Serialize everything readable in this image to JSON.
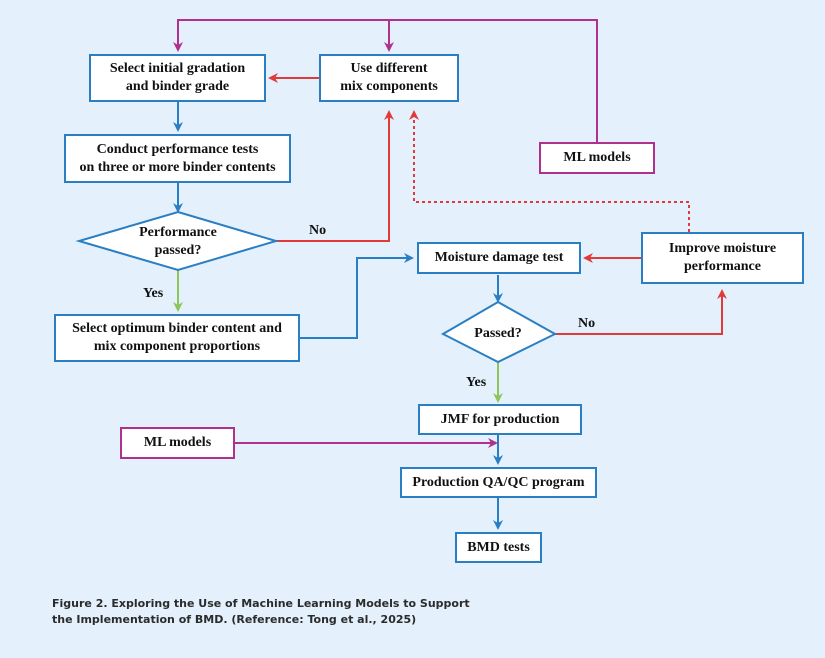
{
  "colors": {
    "background": "#e4f0fb",
    "process_border": "#2a7fc4",
    "ml_border": "#b0308f",
    "flow_arrow": "#2a7fc4",
    "no_arrow": "#e03a3a",
    "yes_arrow": "#8cc65a",
    "ml_arrow": "#b0308f"
  },
  "nodes": {
    "select_gradation": "Select initial gradation\nand binder grade",
    "use_different": "Use different\nmix components",
    "ml_models_top": "ML models",
    "conduct_tests": "Conduct performance tests\non three or more binder contents",
    "performance_passed": "Performance\npassed?",
    "select_optimum": "Select optimum binder content and\nmix component proportions",
    "moisture_test": "Moisture damage test",
    "improve_moisture": "Improve moisture\nperformance",
    "passed": "Passed?",
    "jmf": "JMF for production",
    "ml_models_bottom": "ML models",
    "qa_qc": "Production QA/QC program",
    "bmd_tests": "BMD tests"
  },
  "edge_labels": {
    "perf_no": "No",
    "perf_yes": "Yes",
    "passed_no": "No",
    "passed_yes": "Yes"
  },
  "caption": "Figure 2. Exploring the Use of Machine Learning Models to Support the Implementation of BMD. (Reference: Tong et al., 2025)"
}
